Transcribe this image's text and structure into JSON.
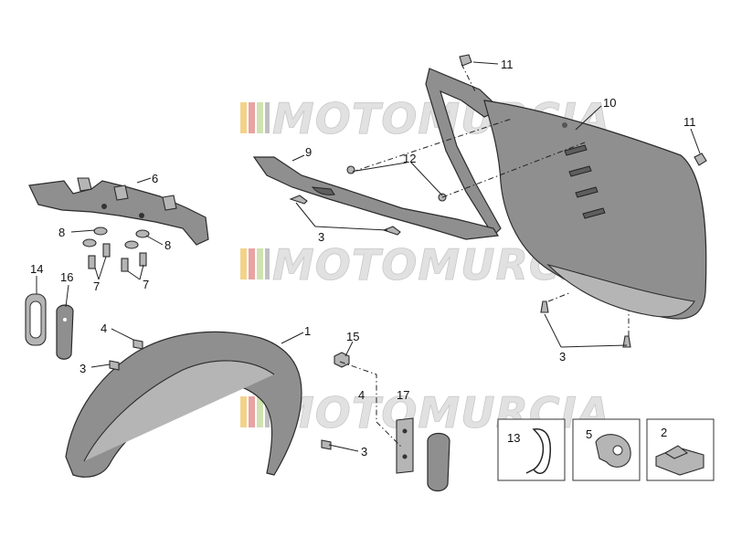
{
  "watermark": {
    "text": "MOTOMURCIA"
  },
  "callouts": {
    "c1": "1",
    "c2": "2",
    "c3a": "3",
    "c3b": "3",
    "c3c": "3",
    "c3d": "3",
    "c4a": "4",
    "c4b": "4",
    "c5": "5",
    "c6": "6",
    "c7a": "7",
    "c7b": "7",
    "c8a": "8",
    "c8b": "8",
    "c9": "9",
    "c10": "10",
    "c11a": "11",
    "c11b": "11",
    "c12": "12",
    "c13": "13",
    "c14": "14",
    "c15": "15",
    "c16": "16",
    "c17": "17"
  },
  "colors": {
    "part": "#8f8f8f",
    "part_light": "#b5b5b5",
    "outline": "#2b2b2b"
  }
}
